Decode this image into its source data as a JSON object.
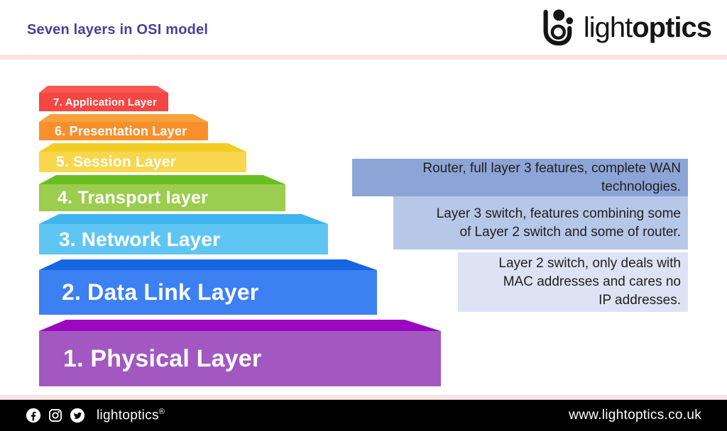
{
  "header": {
    "title": "Seven layers in OSI model",
    "title_color": "#4b3e9e",
    "divider_color": "#fbe3e3"
  },
  "brand": {
    "light_part": "light",
    "bold_part": "optics",
    "logo_color": "#151515"
  },
  "osi_layers": [
    {
      "label": "7. Application Layer",
      "front_color": "#f24744",
      "top_color": "#f8594f"
    },
    {
      "label": "6. Presentation Layer",
      "front_color": "#f7902c",
      "top_color": "#f9a13b"
    },
    {
      "label": "5. Session Layer",
      "front_color": "#f8d74e",
      "top_color": "#f2cc22"
    },
    {
      "label": "4. Transport layer",
      "front_color": "#9bcd4e",
      "top_color": "#68be20"
    },
    {
      "label": "3. Network Layer",
      "front_color": "#5fc6f3",
      "top_color": "#3eb5ee"
    },
    {
      "label": "2. Data Link Layer",
      "front_color": "#3c80f2",
      "top_color": "#1566e0"
    },
    {
      "label": "1. Physical Layer",
      "front_color": "#a258c0",
      "top_color": "#9a08c0"
    }
  ],
  "notes": [
    {
      "text": "Router, full layer 3 features, complete WAN\ntechnologies.",
      "bg": "#8ca5d6"
    },
    {
      "text": "Layer 3 switch, features combining some\nof Layer 2 switch and some of router.",
      "bg": "#b7c7e7"
    },
    {
      "text": "Layer 2 switch, only deals with\nMAC addresses and cares no\nIP addresses.",
      "bg": "#dde3f2"
    }
  ],
  "footer": {
    "bg": "#010101",
    "brand": "lightoptics",
    "reg_mark": "®",
    "website": "www.lightoptics.co.uk"
  }
}
